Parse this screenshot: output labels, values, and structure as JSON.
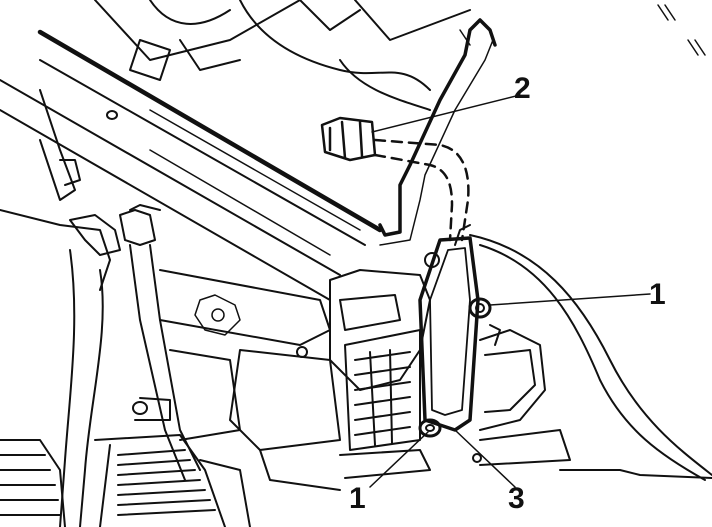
{
  "callouts": {
    "harness_connector": "2",
    "mounting_bolt_upper": "1",
    "mounting_bolt_lower": "1",
    "control_unit": "3"
  },
  "colors": {
    "line": "#111111",
    "background": "#ffffff"
  }
}
